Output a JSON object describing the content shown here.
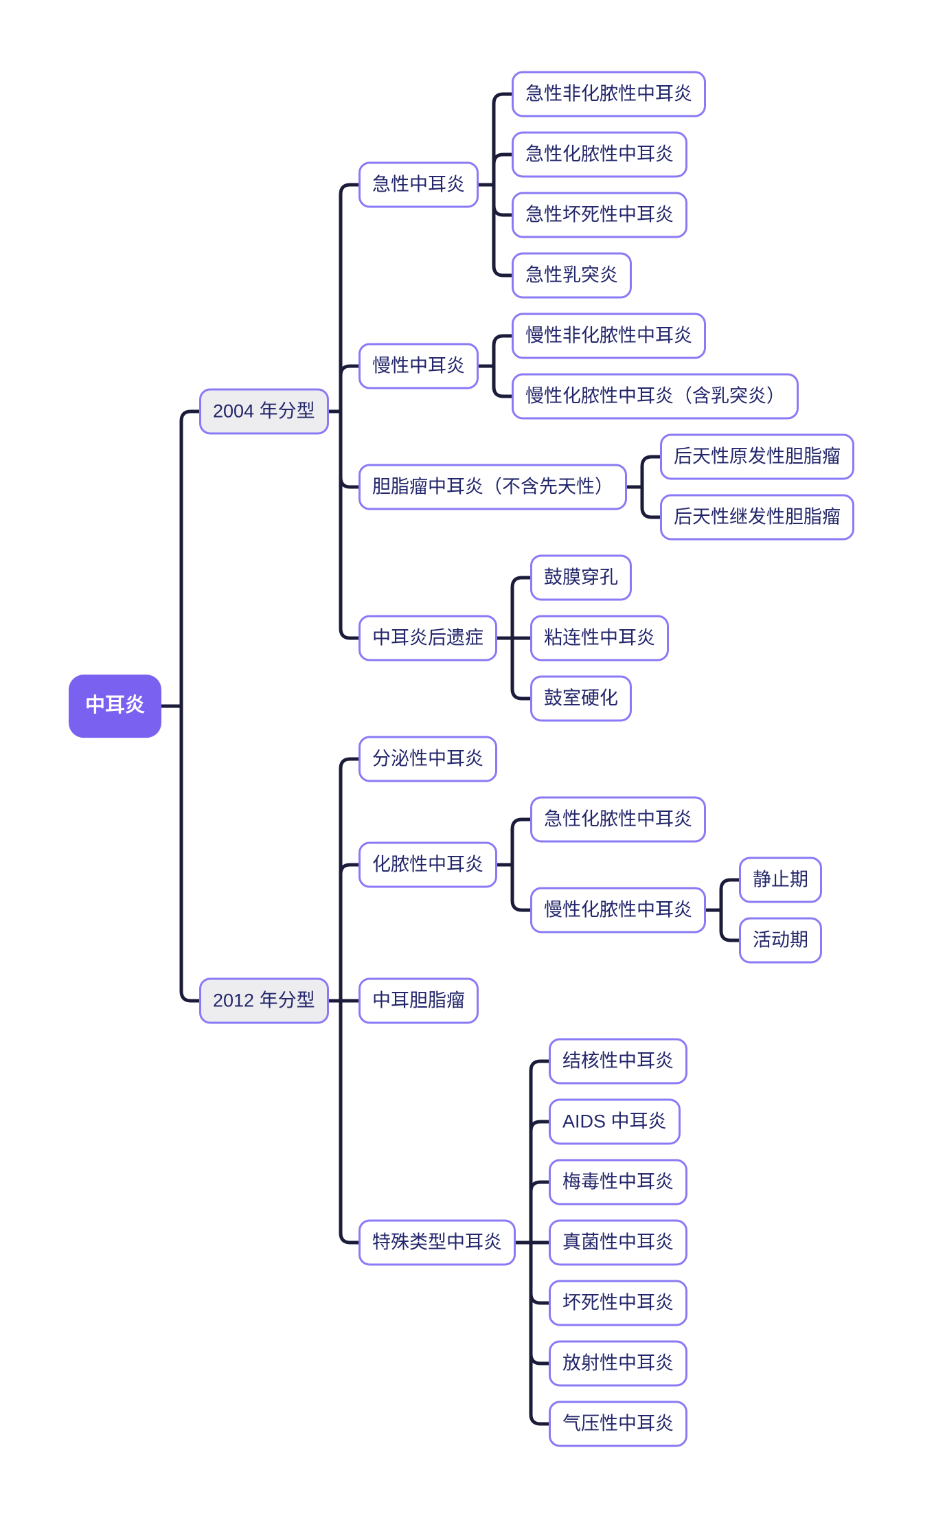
{
  "diagram": {
    "colors": {
      "background": "#ffffff",
      "connector_line": "#1b1c3a",
      "node_border": "#8a7af5",
      "node_text": "#23266a",
      "node_fill": "#ffffff",
      "group_fill": "#ededf0",
      "root_fill": "#7b61f0",
      "root_text": "#ffffff"
    },
    "root": {
      "label": "中耳炎",
      "children": [
        {
          "label": "2004 年分型",
          "children": [
            {
              "label": "急性中耳炎",
              "children": [
                {
                  "label": "急性非化脓性中耳炎"
                },
                {
                  "label": "急性化脓性中耳炎"
                },
                {
                  "label": "急性坏死性中耳炎"
                },
                {
                  "label": "急性乳突炎"
                }
              ]
            },
            {
              "label": "慢性中耳炎",
              "children": [
                {
                  "label": "慢性非化脓性中耳炎"
                },
                {
                  "label": "慢性化脓性中耳炎（含乳突炎）"
                }
              ]
            },
            {
              "label": "胆脂瘤中耳炎（不含先天性）",
              "children": [
                {
                  "label": "后天性原发性胆脂瘤"
                },
                {
                  "label": "后天性继发性胆脂瘤"
                }
              ]
            },
            {
              "label": "中耳炎后遗症",
              "children": [
                {
                  "label": "鼓膜穿孔"
                },
                {
                  "label": "粘连性中耳炎"
                },
                {
                  "label": "鼓室硬化"
                }
              ]
            }
          ]
        },
        {
          "label": "2012 年分型",
          "children": [
            {
              "label": "分泌性中耳炎"
            },
            {
              "label": "化脓性中耳炎",
              "children": [
                {
                  "label": "急性化脓性中耳炎"
                },
                {
                  "label": "慢性化脓性中耳炎",
                  "children": [
                    {
                      "label": "静止期"
                    },
                    {
                      "label": "活动期"
                    }
                  ]
                }
              ]
            },
            {
              "label": "中耳胆脂瘤"
            },
            {
              "label": "特殊类型中耳炎",
              "children": [
                {
                  "label": "结核性中耳炎"
                },
                {
                  "label": "AIDS 中耳炎"
                },
                {
                  "label": "梅毒性中耳炎"
                },
                {
                  "label": "真菌性中耳炎"
                },
                {
                  "label": "坏死性中耳炎"
                },
                {
                  "label": "放射性中耳炎"
                },
                {
                  "label": "气压性中耳炎"
                }
              ]
            }
          ]
        }
      ]
    }
  }
}
